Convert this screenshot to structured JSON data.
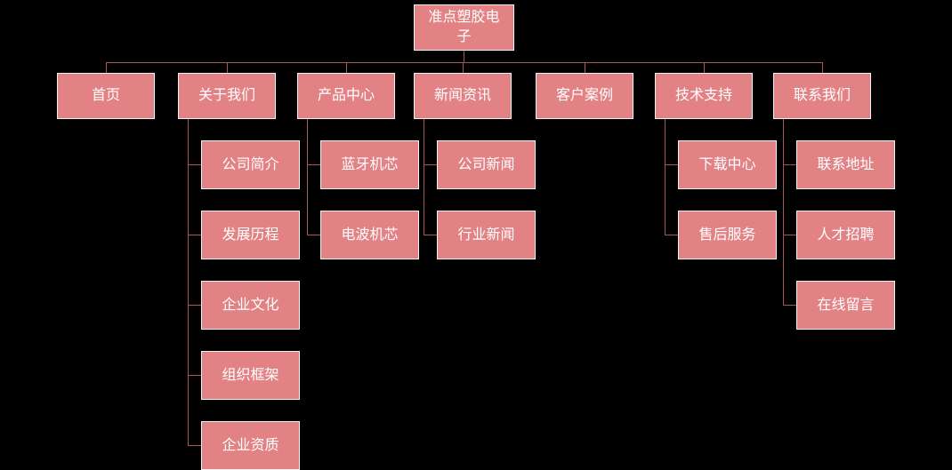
{
  "diagram": {
    "colors": {
      "background": "#000000",
      "node_fill": "#e28285",
      "node_border": "#f8f2f0",
      "node_text": "#ffffff",
      "connector": "#a95656"
    },
    "root": {
      "label": "准点塑胶电子",
      "name": "root-home"
    },
    "level1": [
      {
        "label": "首页",
        "name": "home",
        "children": []
      },
      {
        "label": "关于我们",
        "name": "about-us",
        "children": [
          {
            "label": "公司简介",
            "name": "company-profile"
          },
          {
            "label": "发展历程",
            "name": "development-history"
          },
          {
            "label": "企业文化",
            "name": "corporate-culture"
          },
          {
            "label": "组织框架",
            "name": "organization-structure"
          },
          {
            "label": "企业资质",
            "name": "enterprise-qualifications"
          }
        ]
      },
      {
        "label": "产品中心",
        "name": "product-center",
        "children": [
          {
            "label": "蓝牙机芯",
            "name": "bluetooth-movement"
          },
          {
            "label": "电波机芯",
            "name": "radio-movement"
          }
        ]
      },
      {
        "label": "新闻资讯",
        "name": "news",
        "children": [
          {
            "label": "公司新闻",
            "name": "company-news"
          },
          {
            "label": "行业新闻",
            "name": "industry-news"
          }
        ]
      },
      {
        "label": "客户案例",
        "name": "customer-cases",
        "children": []
      },
      {
        "label": "技术支持",
        "name": "tech-support",
        "children": [
          {
            "label": "下载中心",
            "name": "download-center"
          },
          {
            "label": "售后服务",
            "name": "after-sales-service"
          }
        ]
      },
      {
        "label": "联系我们",
        "name": "contact-us",
        "children": [
          {
            "label": "联系地址",
            "name": "contact-address"
          },
          {
            "label": "人才招聘",
            "name": "recruitment"
          },
          {
            "label": "在线留言",
            "name": "online-message"
          }
        ]
      }
    ]
  }
}
